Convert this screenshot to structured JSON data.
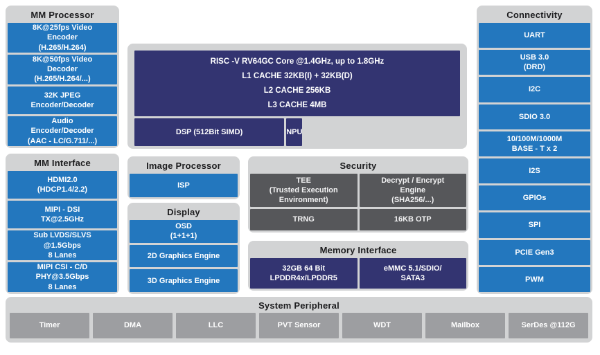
{
  "colors": {
    "blue": "#2377be",
    "navy": "#333471",
    "dark_gray": "#56575a",
    "mid_gray": "#9d9ea1",
    "panel_gray": "#d2d3d4",
    "title_text": "#1d1d1f",
    "cell_text": "#ffffff"
  },
  "mm_processor": {
    "title": "MM Processor",
    "cells": [
      "8K@25fps Video\nEncoder\n(H.265/H.264)",
      "8K@50fps Video\nDecoder\n(H.265/H.264/...)",
      "32K JPEG\nEncoder/Decoder",
      "Audio\nEncoder/Decoder\n(AAC - LC/G.711/...)"
    ]
  },
  "mm_interface": {
    "title": "MM Interface",
    "cells": [
      "HDMI2.0\n(HDCP1.4/2.2)",
      "MIPI - DSI\nTX@2.5GHz",
      "Sub LVDS/SLVS\n@1.5Gbps\n8 Lanes",
      "MIPI CSI - C/D\nPHY@3.5Gbps\n8 Lanes"
    ]
  },
  "cpu": {
    "lines": [
      "RISC -V RV64GC Core @1.4GHz, up to 1.8GHz",
      "L1 CACHE 32KB(I) + 32KB(D)",
      "L2 CACHE 256KB",
      "L3 CACHE 4MB"
    ],
    "dsp": "DSP (512Bit SIMD)",
    "npu": "NPU"
  },
  "image_processor": {
    "title": "Image Processor",
    "cells": [
      "ISP"
    ]
  },
  "display": {
    "title": "Display",
    "cells": [
      "OSD\n(1+1+1)",
      "2D Graphics Engine",
      "3D Graphics Engine"
    ]
  },
  "security": {
    "title": "Security",
    "cells": [
      "TEE\n(Trusted Execution\nEnvironment)",
      "Decrypt / Encrypt\nEngine\n(SHA256/...)",
      "TRNG",
      "16KB OTP"
    ]
  },
  "memory_interface": {
    "title": "Memory Interface",
    "cells": [
      "32GB 64 Bit\nLPDDR4x/LPDDR5",
      "eMMC 5.1/SDIO/\nSATA3"
    ]
  },
  "connectivity": {
    "title": "Connectivity",
    "cells": [
      "UART",
      "USB 3.0\n(DRD)",
      "I2C",
      "SDIO 3.0",
      "10/100M/1000M\nBASE - T x 2",
      "I2S",
      "GPIOs",
      "SPI",
      "PCIE Gen3",
      "PWM"
    ]
  },
  "system_peripheral": {
    "title": "System Peripheral",
    "cells": [
      "Timer",
      "DMA",
      "LLC",
      "PVT Sensor",
      "WDT",
      "Mailbox",
      "SerDes @112G"
    ]
  }
}
